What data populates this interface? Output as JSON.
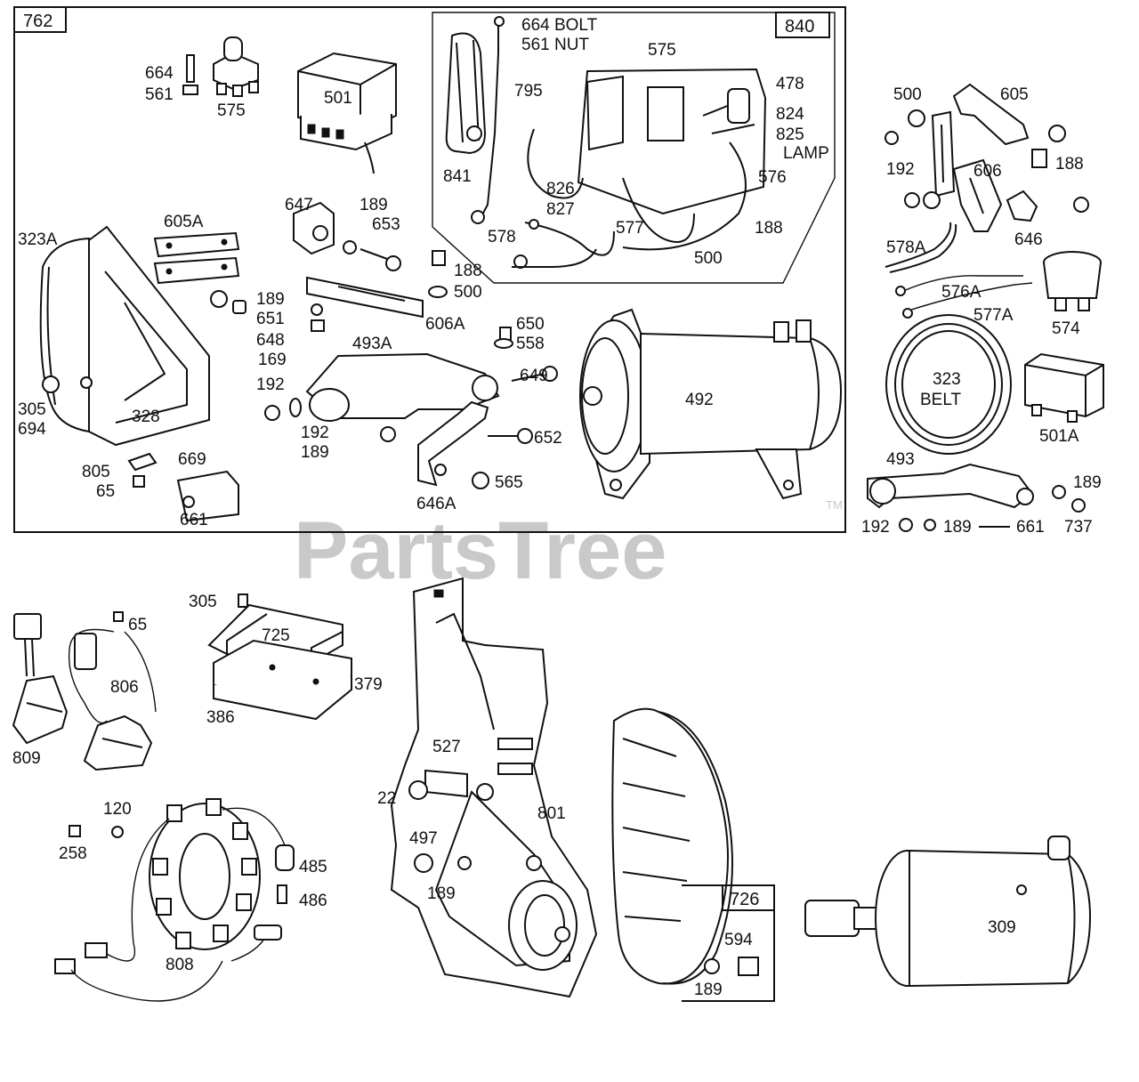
{
  "diagram": {
    "watermark": "PartsTree",
    "trademark": "TM",
    "boxes": {
      "box_762": "762",
      "box_840": "840",
      "box_726": "726"
    },
    "labels": {
      "p664a": "664",
      "p561a": "561",
      "p575a": "575",
      "p501": "501",
      "p664bolt": "664 BOLT",
      "p561nut": "561 NUT",
      "p575b": "575",
      "p795": "795",
      "p478": "478",
      "p824": "824",
      "p825": "825",
      "lamp": "LAMP",
      "p841": "841",
      "p826": "826",
      "p827": "827",
      "p576": "576",
      "p577": "577",
      "p578": "578",
      "p188a": "188",
      "p500a": "500",
      "p500b": "500",
      "p605": "605",
      "p192a": "192",
      "p606": "606",
      "p188b": "188",
      "p578a": "578A",
      "p646": "646",
      "p576a": "576A",
      "p577a": "577A",
      "p574": "574",
      "p323belt1": "323",
      "p323belt2": "BELT",
      "p501a": "501A",
      "p493": "493",
      "p189a": "189",
      "p192b": "192",
      "p189b": "189",
      "p661a": "661",
      "p737": "737",
      "p323a": "323A",
      "p605a": "605A",
      "p647": "647",
      "p189c": "189",
      "p653": "653",
      "p188c": "188",
      "p500c": "500",
      "p189d": "189",
      "p651": "651",
      "p648": "648",
      "p606a": "606A",
      "p650": "650",
      "p558": "558",
      "p169": "169",
      "p493a": "493A",
      "p192c": "192",
      "p649": "649",
      "p492": "492",
      "p305a": "305",
      "p694": "694",
      "p328": "328",
      "p192d": "192",
      "p189e": "189",
      "p652": "652",
      "p805": "805",
      "p65a": "65",
      "p669": "669",
      "p661b": "661",
      "p646a": "646A",
      "p565": "565",
      "p305b": "305",
      "p725": "725",
      "p379": "379",
      "p386": "386",
      "p65b": "65",
      "p806": "806",
      "p809": "809",
      "p527": "527",
      "p22": "22",
      "p801": "801",
      "p497": "497",
      "p189f": "189",
      "p120": "120",
      "p258": "258",
      "p485": "485",
      "p486": "486",
      "p808": "808",
      "p594": "594",
      "p189g": "189",
      "p309": "309"
    }
  }
}
